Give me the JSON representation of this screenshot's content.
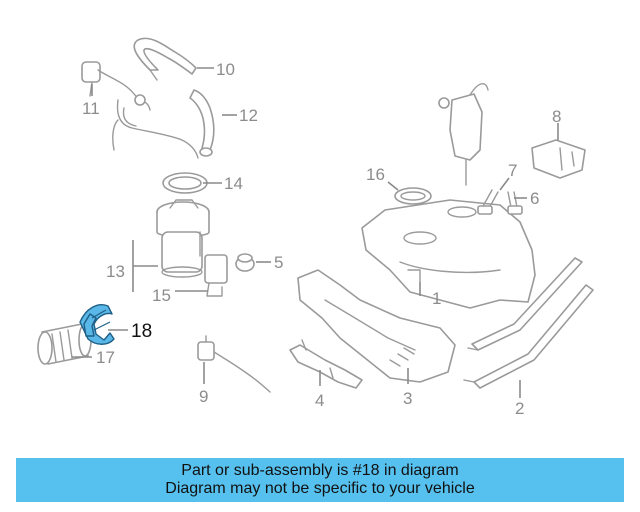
{
  "callouts": {
    "c1": "1",
    "c2": "2",
    "c3": "3",
    "c4": "4",
    "c5": "5",
    "c6": "6",
    "c7": "7",
    "c8": "8",
    "c9": "9",
    "c10": "10",
    "c11": "11",
    "c12": "12",
    "c13": "13",
    "c14": "14",
    "c15": "15",
    "c16": "16",
    "c17": "17",
    "c18": "18"
  },
  "highlighted_part": "18",
  "colors": {
    "highlight": "#5ab8e8",
    "banner": "#56c1ef",
    "line_art": "#9a9a9a"
  },
  "banner": {
    "line1": "Part or sub-assembly is #18 in diagram",
    "line2": "Diagram may not be specific to your vehicle"
  }
}
